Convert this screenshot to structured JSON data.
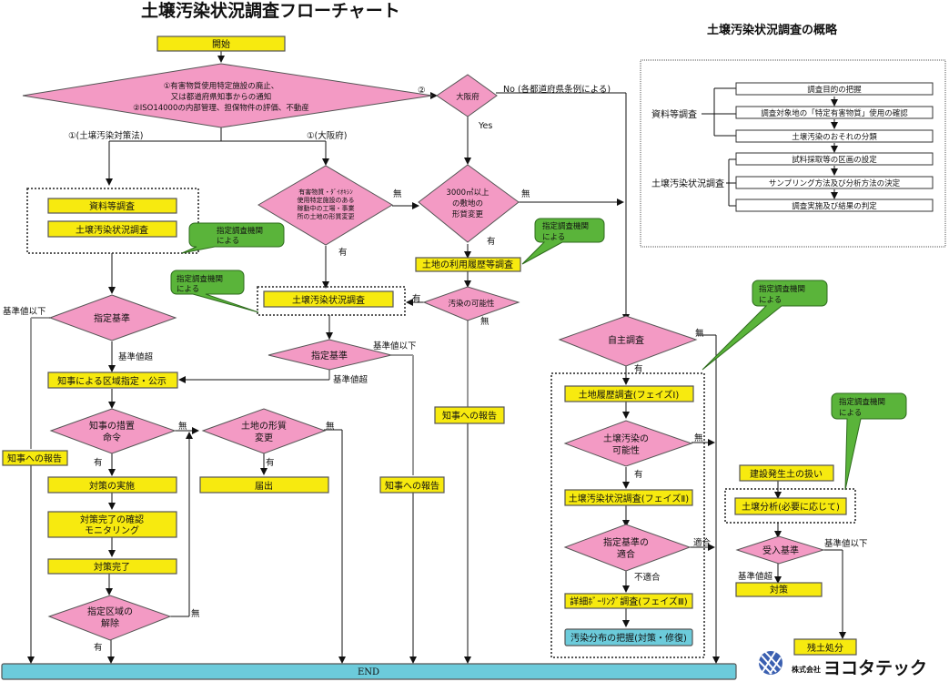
{
  "title": "土壌汚染状況調査フローチャート",
  "overview": {
    "title": "土壌汚染状況調査の概略",
    "group1": "資料等調査",
    "group2": "土壌汚染状況調査",
    "steps": [
      "調査目的の把握",
      "調査対象地の「特定有害物質」使用の確認",
      "土壌汚染のおそれの分類",
      "試料採取等の区画の設定",
      "サンプリング方法及び分析方法の決定",
      "調査実施及び結果の判定"
    ]
  },
  "nodes": {
    "start": "開始",
    "trigger": [
      "①有害物質使用特定施設の廃止、",
      "又は都道府県知事からの通知",
      "②ISO14000の内部管理、担保物件の評価、不動産"
    ],
    "osaka": "大阪府",
    "shiryo": "資料等調査",
    "dojo1": "土壌汚染状況調査",
    "yugai": [
      "有害物質・ﾀﾞｲｵｷｼﾝ",
      "使用特定施設のある",
      "稼動中の工場・事業",
      "所の土地の形質変更"
    ],
    "area3000": [
      "3000㎡以上",
      "の敷地の",
      "形質変更"
    ],
    "tochi_riyo": "土地の利用履歴等調査",
    "osen_kanou": "汚染の可能性",
    "dojo2": "土壌汚染状況調査",
    "shitei1": "指定基準",
    "shitei2": "指定基準",
    "kuiki": "知事による区域指定・公示",
    "sochi": [
      "知事の措置",
      "命令"
    ],
    "keishitsu": [
      "土地の形質",
      "変更"
    ],
    "todokede": "届出",
    "taisaku_jisshi": "対策の実施",
    "kakunin": [
      "対策完了の確認",
      "モニタリング"
    ],
    "kanryo": "対策完了",
    "kaijo": [
      "指定区域の",
      "解除"
    ],
    "report1": "知事への報告",
    "report2": "知事への報告",
    "report3": "知事への報告",
    "jishu": "自主調査",
    "phase1": "土地履歴調査(フェイズⅠ)",
    "kanousei": [
      "土壌汚染の",
      "可能性"
    ],
    "phase2": "土壌汚染状況調査(フェイズⅡ)",
    "tekigo": [
      "指定基準の",
      "適合"
    ],
    "phase3": "詳細ﾎﾞｰﾘﾝｸﾞ調査(フェイズⅢ)",
    "haaku": "汚染分布の把握(対策・修復)",
    "kensetsu": "建設発生土の扱い",
    "bunseki": "土壌分析(必要に応じて)",
    "ukeire": "受入基準",
    "taisaku": "対策",
    "zando": "残土処分",
    "end": "END"
  },
  "labels": {
    "circle2": "②",
    "no_osaka": "No (各都道府県条例による)",
    "yes": "Yes",
    "branch_law": "①(土壌汚染対策法)",
    "branch_osaka": "①(大阪府)",
    "nashi": "無",
    "ari": "有",
    "kijun_ika": "基準値以下",
    "kijun_cho": "基準値超",
    "tekigo": "適合",
    "futekigo": "不適合",
    "bubble": [
      "指定調査機関",
      "による"
    ]
  },
  "logo": {
    "prefix": "株式会社",
    "name": "ヨコタテック"
  },
  "colors": {
    "process": "#f7ea0f",
    "decision": "#f39ac4",
    "terminal": "#6ccbdb",
    "callout": "#5ab43a",
    "logo": "#3a5fb0"
  }
}
